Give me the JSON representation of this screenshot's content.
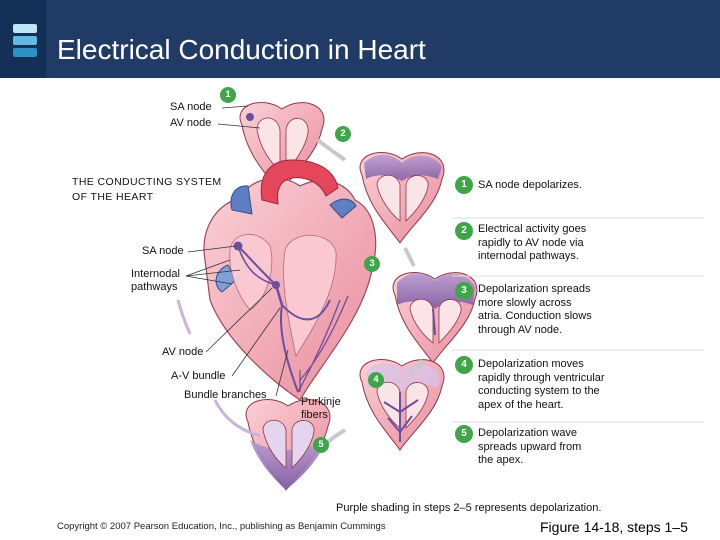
{
  "header": {
    "title": "Electrical Conduction in Heart"
  },
  "top_labels": {
    "sa_node": "SA node",
    "av_node": "AV node"
  },
  "conducting_system": {
    "title_line1": "THE CONDUCTING SYSTEM",
    "title_line2": "OF THE HEART",
    "sa_node": "SA node",
    "internodal_line1": "Internodal",
    "internodal_line2": "pathways",
    "av_node": "AV node",
    "av_bundle": "A-V bundle",
    "bundle_branches": "Bundle branches",
    "purkinje_line1": "Purkinje",
    "purkinje_line2": "fibers"
  },
  "steps": [
    {
      "number": "1",
      "lines": [
        "SA node depolarizes."
      ]
    },
    {
      "number": "2",
      "lines": [
        "Electrical activity goes",
        "rapidly to AV node via",
        "internodal pathways."
      ]
    },
    {
      "number": "3",
      "lines": [
        "Depolarization spreads",
        "more slowly across",
        "atria. Conduction slows",
        "through AV node."
      ]
    },
    {
      "number": "4",
      "lines": [
        "Depolarization moves",
        "rapidly through ventricular",
        "conducting system to the",
        "apex of the heart."
      ]
    },
    {
      "number": "5",
      "lines": [
        "Depolarization wave",
        "spreads upward from",
        "the apex."
      ]
    }
  ],
  "caption": "Purple shading in steps 2–5 represents depolarization.",
  "footer": {
    "copyright": "Copyright © 2007 Pearson Education, Inc., publishing as Benjamin Cummings",
    "figure": "Figure 14-18, steps 1–5"
  },
  "colors": {
    "header_bg": "#1f3b66",
    "step_badge": "#3fa54a",
    "heart_tissue": "#f4a9b4",
    "depolarized": "#9a79b8",
    "conduction_path": "#6b4fa0"
  }
}
